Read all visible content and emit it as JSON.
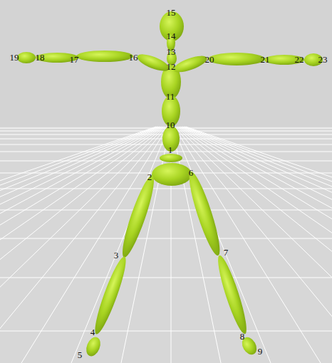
{
  "diagram": {
    "labels": [
      "15",
      "14",
      "13",
      "12",
      "19",
      "18",
      "17",
      "16",
      "20",
      "21",
      "22",
      "23",
      "11",
      "10",
      "1",
      "6",
      "2",
      "7",
      "3",
      "8",
      "4",
      "9",
      "5"
    ]
  }
}
